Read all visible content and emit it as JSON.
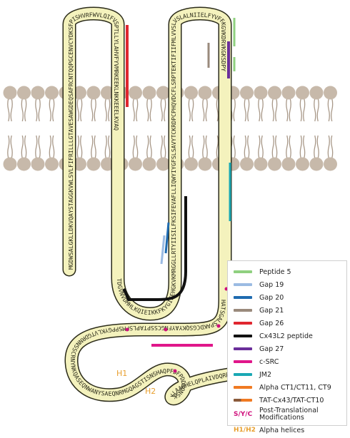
{
  "sequence": {
    "seg1": "MGDWSALGKLLDKVQAYSTAGGKVWLSVLFIFRILLLGTAVESAWGDEQSAFRCNTQQPGCENVCYDKSFPISHVRFWVLQIFVSPTLLYLAHVFYVMRKEEKLNKKEEELKVAQ",
    "seg2": "TDGVNVDMHLKQIEIKKFKYGIEEHGKVKMRGGLLRTYIISILFKSIFEVAFLLIQWYIYGFSLSAVYTCKRDPCPHQVDCFLSRPTEKTIFIIFMLVVSLVSLALNIIELFYVFFKGVKDRVKGKSDPY",
    "seg3": "HATSGALSPAKDCGSQKYAYFNGCSSPTAPLSPMSPPGYKLVTGDRNNSSCRNYNKQASEQNWANYSAEQNRMGQAGSTISNSHAQPFDFPDDNQNSKKLAAGHELQPLAIVDQRPSSRASSRASSRPRPDDLEI"
  },
  "helices": {
    "h1": "H1",
    "h2": "H2"
  },
  "chart_data": {
    "type": "diagram",
    "legend": [
      {
        "label": "Peptide 5",
        "color": "#8fd07f"
      },
      {
        "label": "Gap 19",
        "color": "#9bbbe3"
      },
      {
        "label": "Gap 20",
        "color": "#1f6bb0"
      },
      {
        "label": "Gap 21",
        "color": "#9a8a7c"
      },
      {
        "label": "Gap 26",
        "color": "#e0262f"
      },
      {
        "label": "Cx43L2 peptide",
        "color": "#111111"
      },
      {
        "label": "Gap 27",
        "color": "#6a2e9a"
      },
      {
        "label": "c-SRC",
        "color": "#e0168a"
      },
      {
        "label": "JM2",
        "color": "#1aa8b4"
      },
      {
        "label": "Alpha CT1/CT11, CT9",
        "color": "#f07a22"
      },
      {
        "label": "TAT-Cx43/TAT-CT10",
        "color": "#f07a22"
      }
    ],
    "ptm": {
      "code": "S/Y/C",
      "label": "Post-Translational Modifications",
      "color": "#d0107c"
    },
    "helix_legend": {
      "code": "H1/H2",
      "label": "Alpha helices",
      "color": "#e8a030"
    }
  },
  "colors": {
    "tube_fill": "#f4f2bd",
    "tube_stroke": "#2b2b1a",
    "lipid": "#c7b9aa",
    "lipid_tail": "#a89888"
  }
}
